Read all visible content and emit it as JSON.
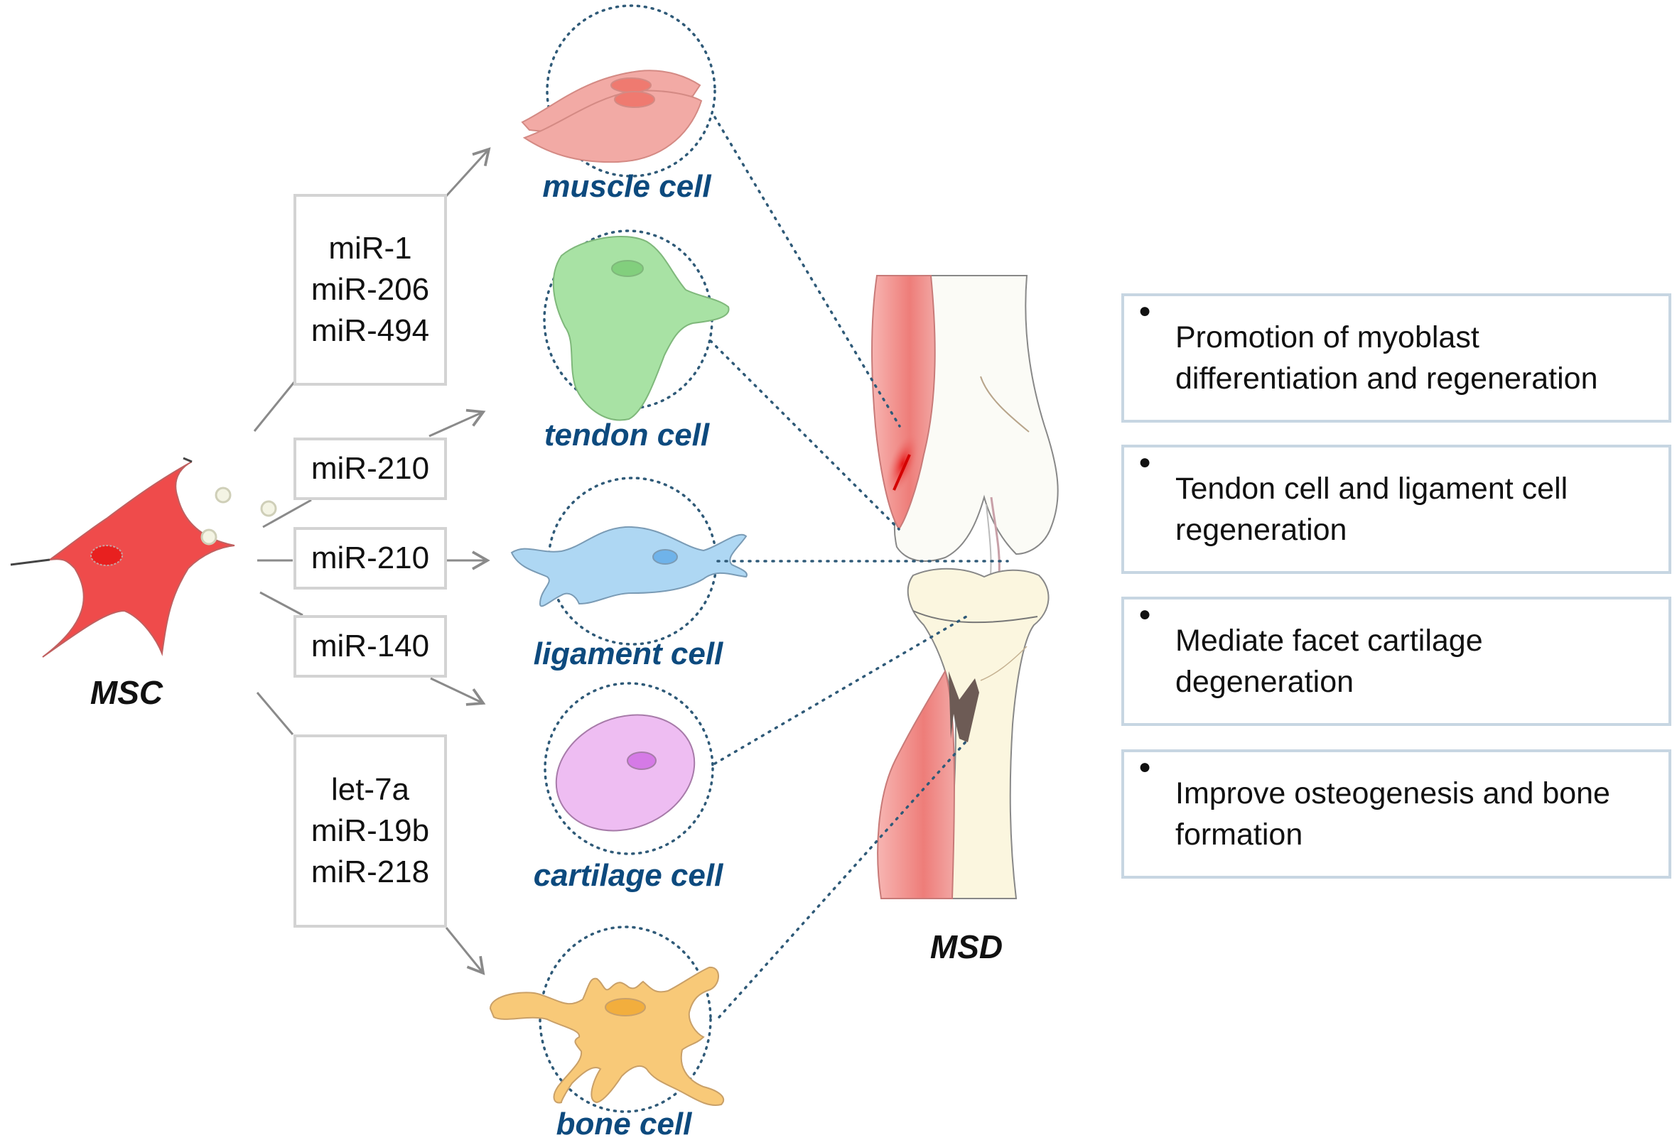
{
  "source": {
    "label": "MSC",
    "color": "#ef4b4b",
    "nucleus_color": "#e8201f"
  },
  "target": {
    "label": "MSD"
  },
  "mirna_groups": [
    {
      "id": "muscle",
      "mirnas": [
        "miR-1",
        "miR-206",
        "miR-494"
      ]
    },
    {
      "id": "tendon",
      "mirnas": [
        "miR-210"
      ]
    },
    {
      "id": "ligament",
      "mirnas": [
        "miR-210"
      ]
    },
    {
      "id": "cartilage",
      "mirnas": [
        "miR-140"
      ]
    },
    {
      "id": "bone",
      "mirnas": [
        "let-7a",
        "miR-19b",
        "miR-218"
      ]
    }
  ],
  "cells": [
    {
      "id": "muscle",
      "label": "muscle cell",
      "fill": "#f2aaa5",
      "nucleus": "#ef7a70",
      "stroke": "#d48a84"
    },
    {
      "id": "tendon",
      "label": "tendon cell",
      "fill": "#a8e2a4",
      "nucleus": "#82cf7d",
      "stroke": "#7fb87b"
    },
    {
      "id": "ligament",
      "label": "ligament cell",
      "fill": "#aed7f3",
      "nucleus": "#6fb3ea",
      "stroke": "#7a9bb5"
    },
    {
      "id": "cartilage",
      "label": "cartilage cell",
      "fill": "#eebdf2",
      "nucleus": "#d57ae6",
      "stroke": "#a77ba9"
    },
    {
      "id": "bone",
      "label": "bone cell",
      "fill": "#f8c978",
      "nucleus": "#f2ae3d",
      "stroke": "#c9a068"
    }
  ],
  "effects": [
    {
      "text": "Promotion of myoblast differentiation and regeneration"
    },
    {
      "text": "Tendon cell and ligament cell regeneration"
    },
    {
      "text": "Mediate facet cartilage degeneration"
    },
    {
      "text": "Improve osteogenesis and bone formation"
    }
  ],
  "colors": {
    "cell_label": "#0d4a7e",
    "dotted_line": "#2f5a78",
    "arrow": "#8a8a8a",
    "mir_box_border": "#d3d3d3",
    "effect_box_border": "#c7d6e2",
    "muscle_tissue": "#ee8e8b",
    "bone_tissue": "#fbf6df"
  }
}
